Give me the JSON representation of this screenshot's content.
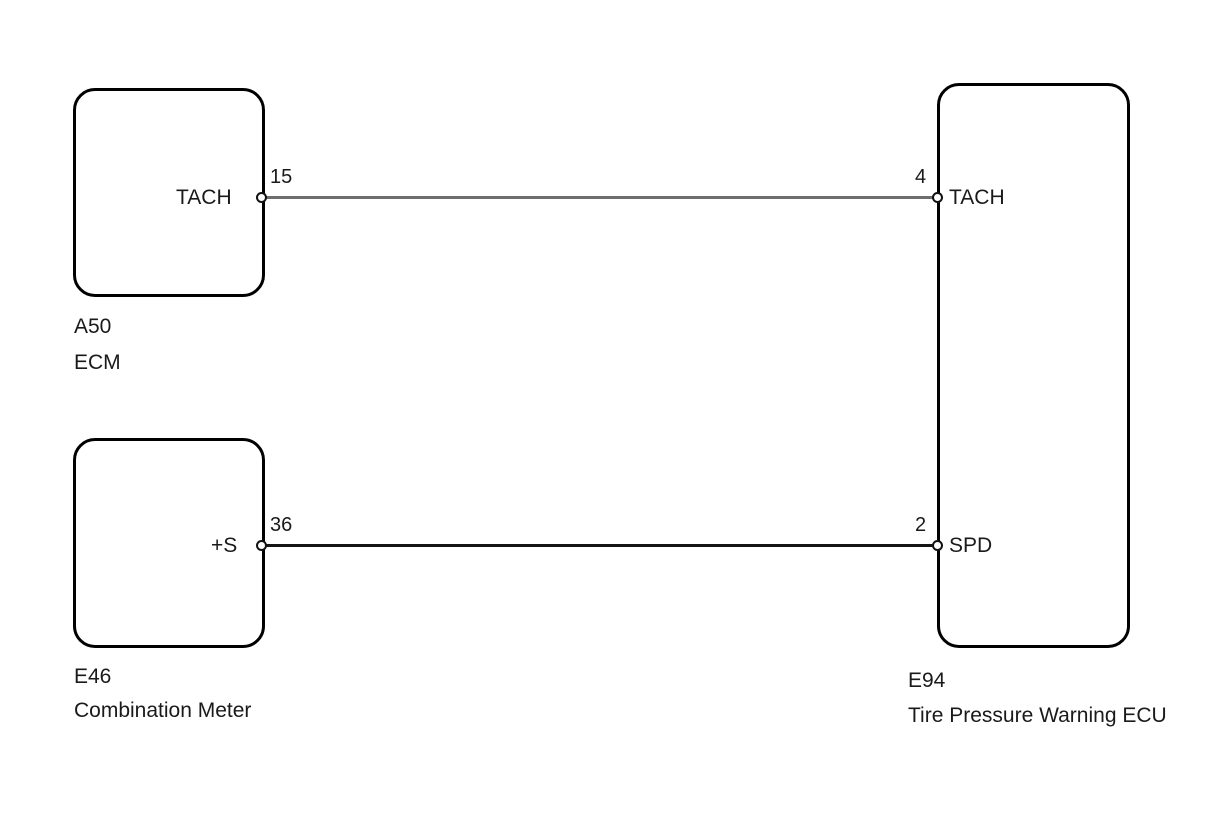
{
  "diagram": {
    "type": "automotive-wiring-diagram",
    "background_color": "#ffffff",
    "units": [
      {
        "key": "a50",
        "id": "A50",
        "description": "ECM",
        "terminals": [
          {
            "key": "tach",
            "name": "TACH",
            "number": "15",
            "side": "right"
          }
        ]
      },
      {
        "key": "e46",
        "id": "E46",
        "description": "Combination Meter",
        "terminals": [
          {
            "key": "s",
            "name": "+S",
            "number": "36",
            "side": "right"
          }
        ]
      },
      {
        "key": "e94",
        "id": "E94",
        "description": "Tire Pressure Warning ECU",
        "terminals": [
          {
            "key": "tach",
            "name": "TACH",
            "number": "4",
            "side": "left"
          },
          {
            "key": "spd",
            "name": "SPD",
            "number": "2",
            "side": "left"
          }
        ]
      }
    ],
    "wires": [
      {
        "key": "tach",
        "from_unit": "A50",
        "from_terminal": "15",
        "from_name": "TACH",
        "to_unit": "E94",
        "to_terminal": "4",
        "to_name": "TACH",
        "color": "#6e6e6e"
      },
      {
        "key": "spd",
        "from_unit": "E46",
        "from_terminal": "36",
        "from_name": "+S",
        "to_unit": "E94",
        "to_terminal": "2",
        "to_name": "SPD",
        "color": "#151515"
      }
    ]
  }
}
